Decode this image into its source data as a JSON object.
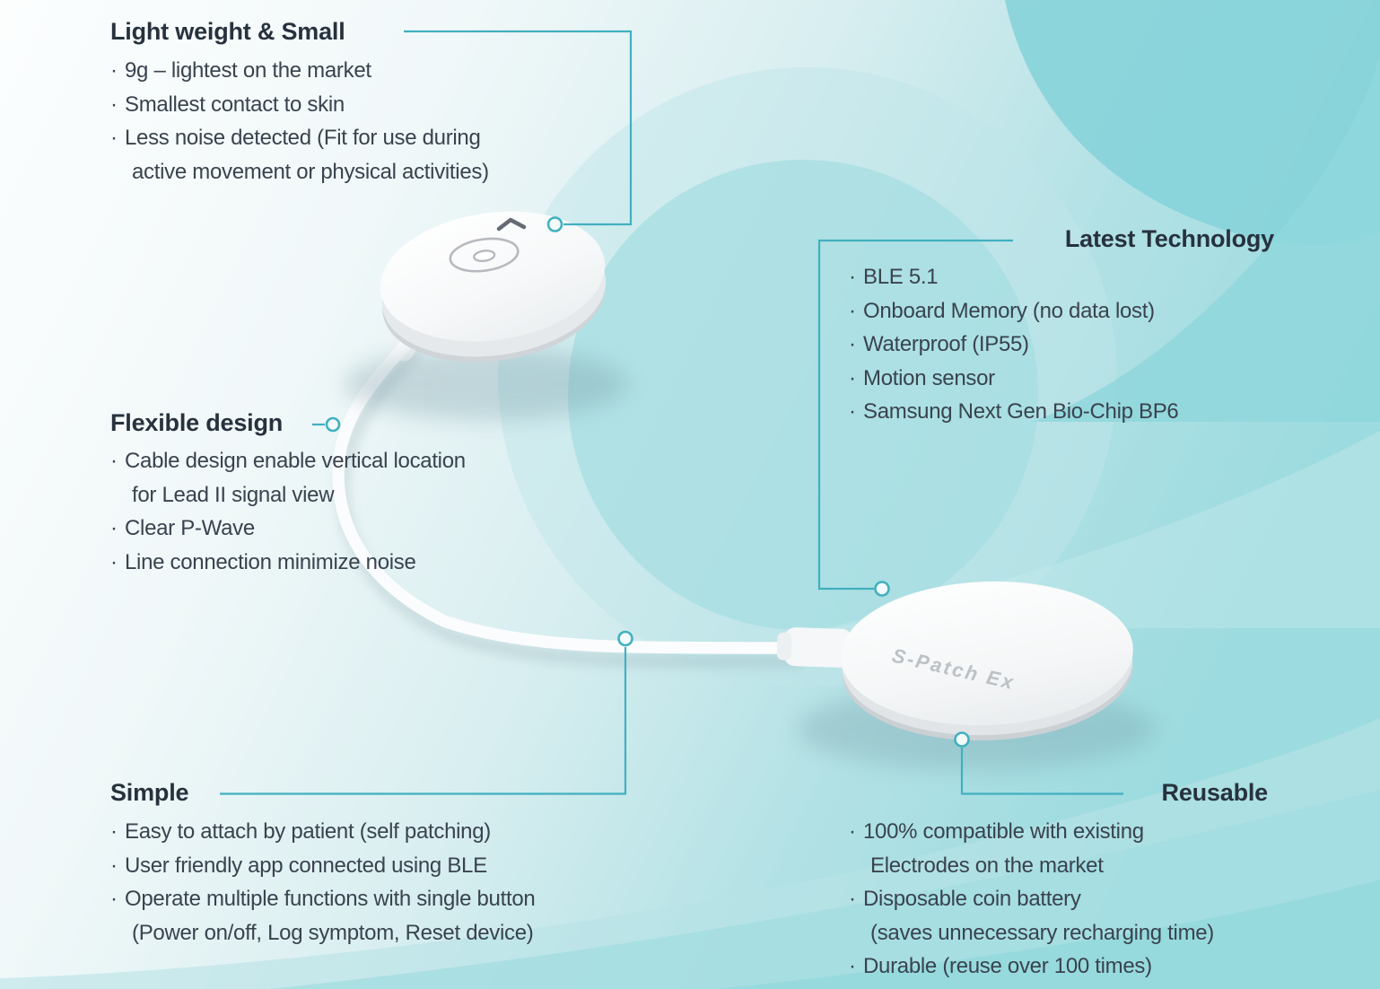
{
  "device": {
    "label": "S-Patch Ex"
  },
  "colors": {
    "accent_teal": "#41b0bf",
    "title_text": "#27323e",
    "body_text": "#39434e",
    "background_teal": "#9cdbdf",
    "device_white": "#f7f9fa"
  },
  "sections": {
    "light_weight": {
      "title": "Light weight & Small",
      "items": [
        {
          "bullet": "·",
          "text": "9g – lightest on the market"
        },
        {
          "bullet": "·",
          "text": "Smallest contact to skin"
        },
        {
          "bullet": "·",
          "text": "Less noise detected (Fit for use during"
        },
        {
          "bullet": "",
          "text": "active movement or physical activities)"
        }
      ]
    },
    "latest_technology": {
      "title": "Latest Technology",
      "items": [
        {
          "bullet": "·",
          "text": "BLE 5.1"
        },
        {
          "bullet": "·",
          "text": "Onboard Memory (no data lost)"
        },
        {
          "bullet": "·",
          "text": "Waterproof (IP55)"
        },
        {
          "bullet": "·",
          "text": "Motion sensor"
        },
        {
          "bullet": "·",
          "text": "Samsung Next Gen Bio-Chip BP6"
        }
      ]
    },
    "flexible_design": {
      "title": "Flexible design",
      "items": [
        {
          "bullet": "·",
          "text": "Cable design enable vertical location"
        },
        {
          "bullet": "",
          "text": "for Lead II signal view"
        },
        {
          "bullet": "·",
          "text": "Clear P-Wave"
        },
        {
          "bullet": "·",
          "text": "Line connection minimize noise"
        }
      ]
    },
    "simple": {
      "title": "Simple",
      "items": [
        {
          "bullet": "·",
          "text": "Easy to attach by patient (self patching)"
        },
        {
          "bullet": "·",
          "text": "User friendly app connected using BLE"
        },
        {
          "bullet": "·",
          "text": "Operate multiple functions with single button"
        },
        {
          "bullet": "",
          "text": "(Power on/off, Log symptom, Reset device)"
        }
      ]
    },
    "reusable": {
      "title": "Reusable",
      "items": [
        {
          "bullet": "·",
          "text": "100% compatible with existing"
        },
        {
          "bullet": "",
          "text": "Electrodes on the market"
        },
        {
          "bullet": "·",
          "text": "Disposable coin battery"
        },
        {
          "bullet": "",
          "text": "(saves unnecessary recharging time)"
        },
        {
          "bullet": "·",
          "text": "Durable (reuse over 100 times)"
        }
      ]
    }
  }
}
